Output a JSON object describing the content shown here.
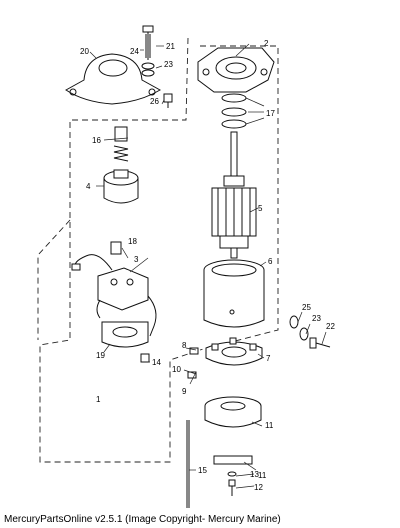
{
  "diagram": {
    "callouts": {
      "c1": "1",
      "c2": "2",
      "c3": "3",
      "c4": "4",
      "c5": "5",
      "c6": "6",
      "c7": "7",
      "c8": "8",
      "c9": "9",
      "c10": "10",
      "c11a": "11",
      "c11b": "11",
      "c12": "12",
      "c13": "13",
      "c14": "14",
      "c15": "15",
      "c16": "16",
      "c17": "17",
      "c18": "18",
      "c19": "19",
      "c20": "20",
      "c21": "21",
      "c22": "22",
      "c23a": "23",
      "c23b": "23",
      "c24": "24",
      "c25": "25",
      "c26": "26"
    }
  },
  "footer": {
    "text": "MercuryPartsOnline v2.5.1 (Image Copyright- Mercury Marine)"
  }
}
